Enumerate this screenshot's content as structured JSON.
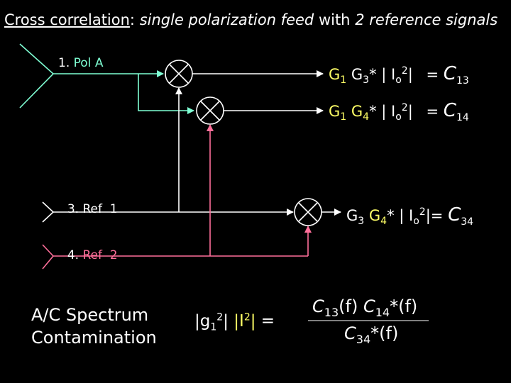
{
  "title": {
    "prefix": "Cross correlation",
    "colon": ":",
    "part1": "single polarization feed",
    "mid": "with",
    "part2": "2 reference signals"
  },
  "inputs": [
    {
      "label": "1. Pol A",
      "num": "1.",
      "name": "Pol A",
      "color": "#7fffd4"
    },
    {
      "label": "3. Ref 1",
      "num": "3.",
      "name": "Ref  1",
      "color": "#ffffff"
    },
    {
      "label": "4. Ref 2",
      "num": "4.",
      "name": "Ref  2",
      "color": "#ff6f9a"
    }
  ],
  "outputs": {
    "c13": {
      "g_a": "G",
      "sub_a": "1",
      "g_b": "G",
      "sub_b": "3",
      "rest": "* | I",
      "sub_o": "o",
      "sup": "2",
      "end": "|",
      "equals": "=",
      "C": "C",
      "C_sub": "13"
    },
    "c14": {
      "g_a": "G",
      "sub_a": "1",
      "g_b": "G",
      "sub_b": "4",
      "rest": "* | I",
      "sub_o": "o",
      "sup": "2",
      "end": "|",
      "equals": "=",
      "C": "C",
      "C_sub": "14"
    },
    "c34": {
      "g_a": "G",
      "sub_a": "3",
      "g_b": "G",
      "sub_b": "4",
      "rest": "* | I",
      "sub_o": "o",
      "sup": "2",
      "end": "|=",
      "C": "C",
      "C_sub": "34"
    }
  },
  "contamination": {
    "line1": "A/C Spectrum",
    "line2": "Contamination"
  },
  "formula": {
    "lhs_open": "|g",
    "lhs_sub": "1",
    "lhs_sup": "2",
    "lhs_close": "|",
    "I_open": "|I",
    "I_sup": "2",
    "I_close": "|",
    "equals": "=",
    "num_C1": "C",
    "num_C1_sub": "13",
    "num_f1": "(f)",
    "num_C2": "C",
    "num_C2_sub": "14",
    "num_f2": "*(f)",
    "den_C": "C",
    "den_C_sub": "34",
    "den_f": "*(f)"
  },
  "colors": {
    "pol_a": "#7fffd4",
    "ref1": "#ffffff",
    "ref2": "#ff6f9a",
    "highlight": "#ffff66",
    "background": "#000000"
  }
}
